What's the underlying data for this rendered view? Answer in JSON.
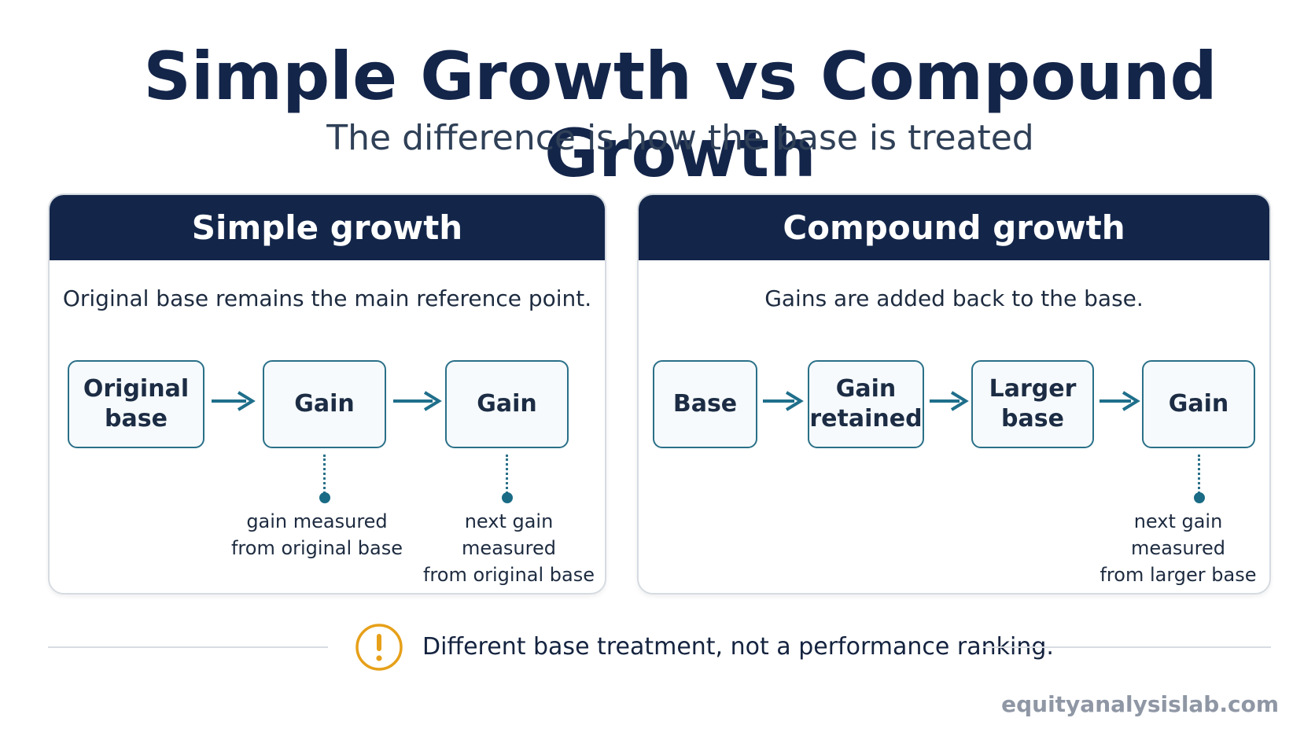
{
  "title": "Simple Growth vs Compound Growth",
  "subtitle": "The difference is how the base is treated",
  "simple": {
    "header": "Simple growth",
    "description": "Original base remains the main reference point.",
    "nodes": [
      "Original\nbase",
      "Gain",
      "Gain"
    ],
    "notes": [
      "gain measured\nfrom original base",
      "next gain measured\nfrom original base"
    ]
  },
  "compound": {
    "header": "Compound growth",
    "description": "Gains are added back to the base.",
    "nodes": [
      "Base",
      "Gain\nretained",
      "Larger\nbase",
      "Gain"
    ],
    "notes": [
      "next gain measured\nfrom larger base"
    ]
  },
  "footer": {
    "icon": "warning-icon",
    "text": "Different base treatment, not a performance ranking."
  },
  "brand": "equityanalysislab.com",
  "colors": {
    "header_bg": "#13264a",
    "accent": "#2a7088",
    "warning": "#e6a019"
  }
}
